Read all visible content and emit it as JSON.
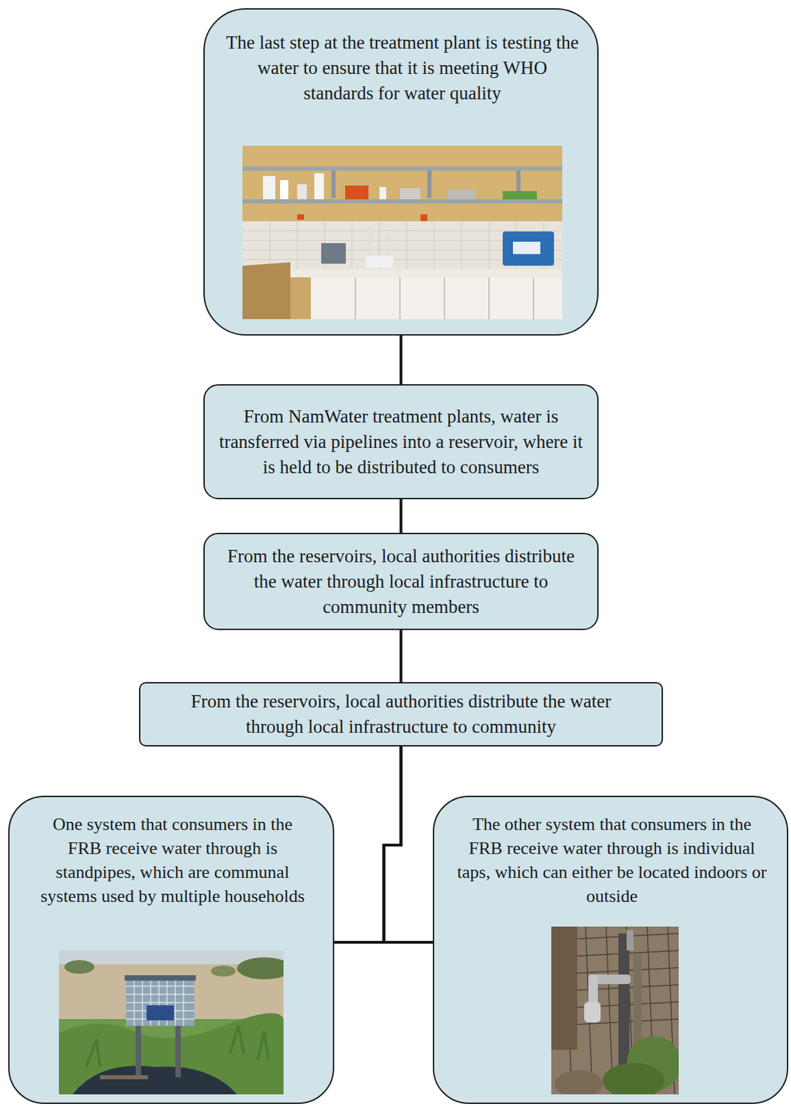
{
  "diagram": {
    "nodes": [
      {
        "text": [
          "The last step at the treatment plant is testing the water to ensure that it is meeting WHO standards for water quality"
        ]
      },
      {
        "text": [
          "From NamWater treatment plants, water is transferred via pipelines into a reservoir, where it is held to be distributed to consumers"
        ]
      },
      {
        "text": [
          "From the reservoirs, local authorities distribute the water through local infrastructure to community members"
        ]
      },
      {
        "text": [
          "From the reservoirs, local authorities distribute the water through local infrastructure to community"
        ]
      },
      {
        "text": [
          "One system that consumers in the FRB receive water through is standpipes, which are communal systems used by multiple households"
        ]
      },
      {
        "text": [
          "The other system that consumers in the FRB receive water through is individual taps, which can either be located indoors or outside"
        ]
      }
    ],
    "edges": [
      {
        "from": 0,
        "to": 1,
        "arrow": "none"
      },
      {
        "from": 1,
        "to": 2,
        "arrow": "none"
      },
      {
        "from": 2,
        "to": 3,
        "arrow": "none"
      },
      {
        "from": 3,
        "to": 4,
        "arrow": "none"
      },
      {
        "from": 3,
        "to": 5,
        "arrow": "none"
      }
    ]
  }
}
